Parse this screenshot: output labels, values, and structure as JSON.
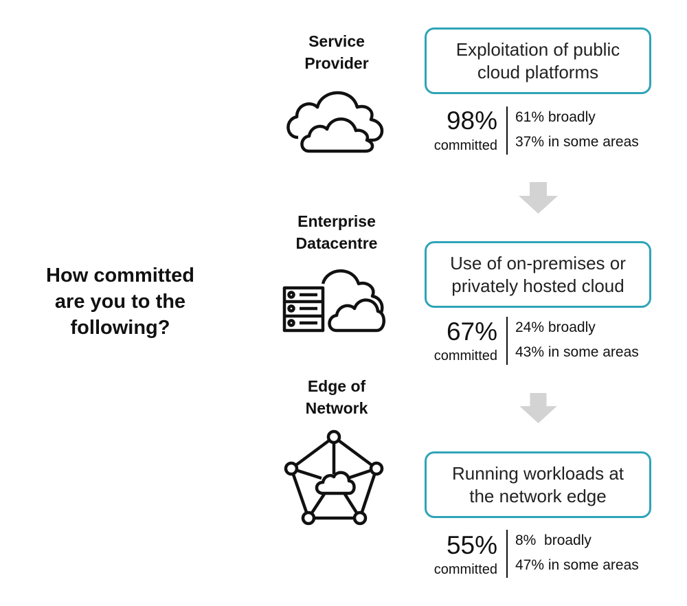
{
  "question": [
    "How committed",
    "are you to the",
    "following?"
  ],
  "rows": [
    {
      "label": [
        "Service",
        "Provider"
      ],
      "icon": "cloud-icon",
      "box_lines": [
        "Exploitation of public",
        "cloud platforms"
      ],
      "committed_pct": "98%",
      "committed_label": "committed",
      "broadly": "61% broadly",
      "some_areas": "37% in some areas"
    },
    {
      "label": [
        "Enterprise",
        "Datacentre"
      ],
      "icon": "server-cloud-icon",
      "box_lines": [
        "Use of on-premises or",
        "privately hosted cloud"
      ],
      "committed_pct": "67%",
      "committed_label": "committed",
      "broadly": "24% broadly",
      "some_areas": "43% in some areas"
    },
    {
      "label": [
        "Edge of",
        "Network"
      ],
      "icon": "network-cloud-icon",
      "box_lines": [
        "Running workloads at",
        "the network edge"
      ],
      "committed_pct": "55%",
      "committed_label": "committed",
      "broadly": "8%  broadly",
      "some_areas": "47% in some areas"
    }
  ],
  "colors": {
    "accent": "#2ea4b8",
    "arrow": "#d3d3d3",
    "text": "#111111"
  }
}
